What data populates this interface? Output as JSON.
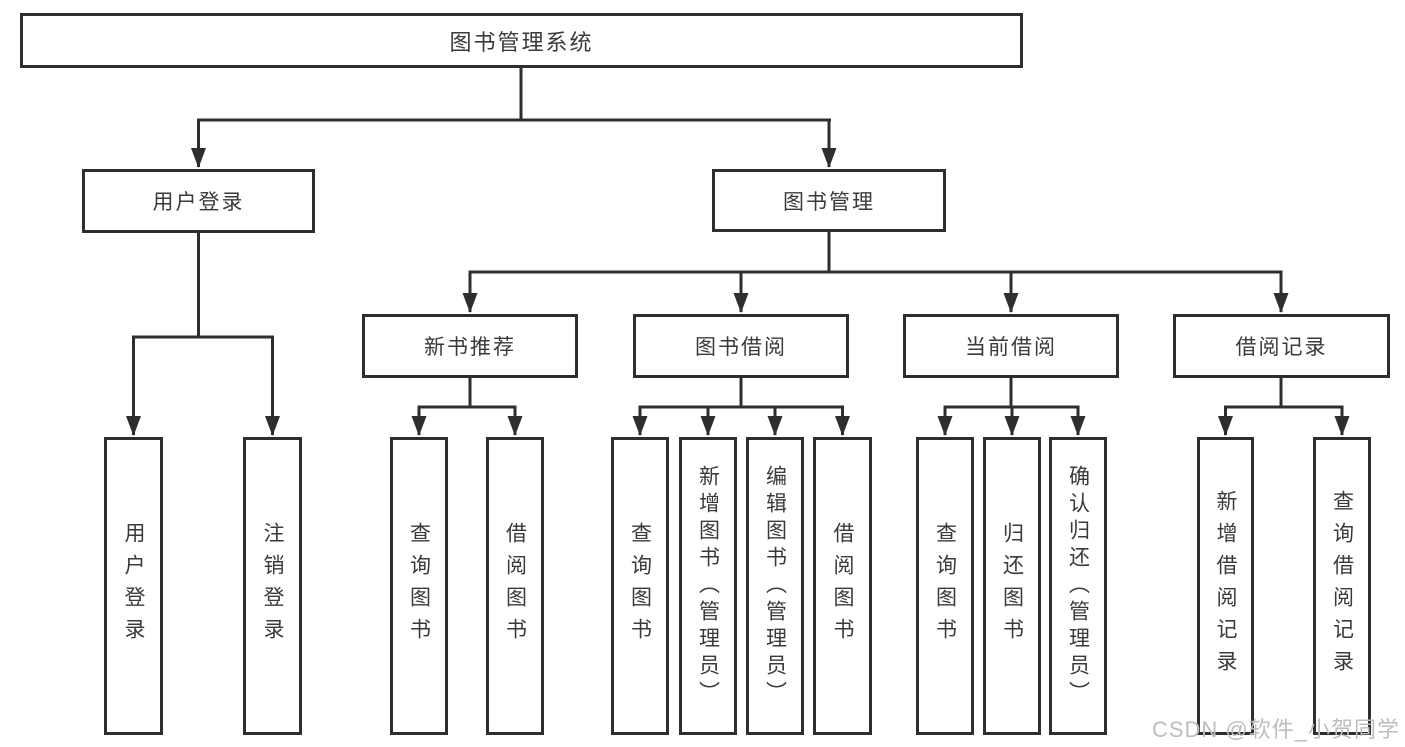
{
  "diagram": {
    "title": "图书管理系统",
    "type": "tree",
    "nodes": {
      "root": "图书管理系统",
      "user_login": "用户登录",
      "book_mgmt": "图书管理",
      "login_children": {
        "user_login": "用户登录",
        "logout": "注销登录"
      },
      "mgmt_children": {
        "recommend": "新书推荐",
        "borrow": "图书借阅",
        "current": "当前借阅",
        "records": "借阅记录"
      },
      "recommend_children": {
        "query": "查询图书",
        "borrow": "借阅图书"
      },
      "borrow_children": {
        "query": "查询图书",
        "add": "新增图书（管理员）",
        "edit": "编辑图书（管理员）",
        "borrow": "借阅图书"
      },
      "current_children": {
        "query": "查询图书",
        "return": "归还图书",
        "confirm": "确认归还（管理员）"
      },
      "records_children": {
        "add": "新增借阅记录",
        "query": "查询借阅记录"
      }
    },
    "colors": {
      "line": "#2e2e2e",
      "text": "#3a3a3a",
      "box_background": "#ffffff",
      "watermark": "#bdbdbd"
    }
  },
  "watermark": "CSDN @软件_小贺同学"
}
